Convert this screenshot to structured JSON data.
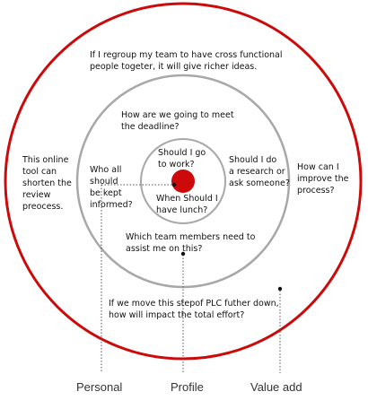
{
  "colors": {
    "outer_ring": "#cc0a0a",
    "middle_ring": "#a8a8a8",
    "inner_ring": "#a8a8a8",
    "center_dot": "#cc0a0a",
    "leader_line": "#555555",
    "text": "#111111"
  },
  "notes": {
    "regroup": "If I regroup my team to have cross functional\npeople togeter, it will give richer ideas.",
    "deadline": "How are we going to meet\nthe deadline?",
    "online_tool": "This online\ntool can\nshorten the\nreview\npreocess.",
    "who_informed": "Who all\nshould\nbe kept\ninformed?",
    "go_to_work": "Should I go\nto work?",
    "lunch": "When Should I\nhave lunch?",
    "research": "Should I do\na research or\nask someone?",
    "improve": "How can I\nimprove the\nprocess?",
    "team_members": "Which team members need to\nassist me on this?",
    "plc": "If we move this stepof PLC futher down,\nhow will impact the total effort?"
  },
  "ring_labels": {
    "personal": "Personal",
    "profile": "Profile",
    "value_add": "Value add"
  }
}
